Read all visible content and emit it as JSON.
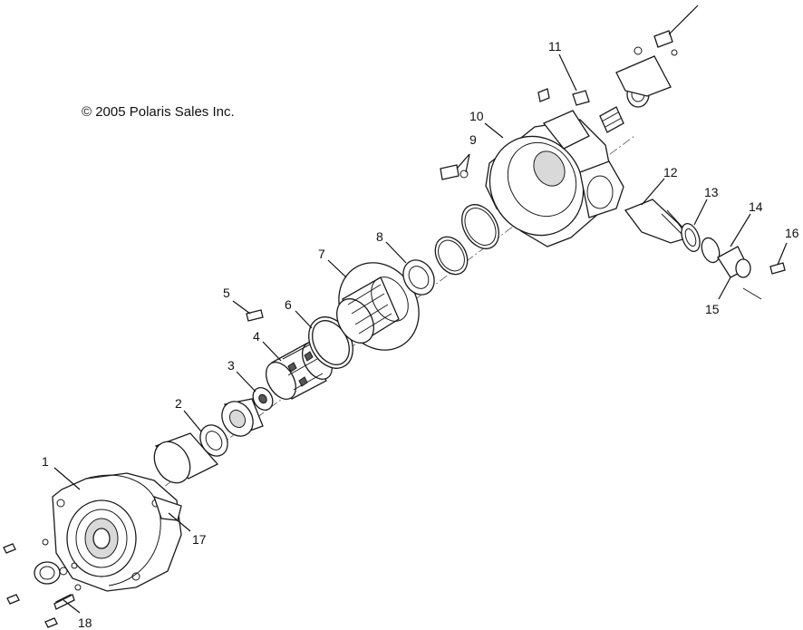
{
  "copyright": "© 2005 Polaris Sales Inc.",
  "callouts": [
    "1",
    "2",
    "3",
    "4",
    "5",
    "6",
    "7",
    "8",
    "9",
    "10",
    "11",
    "12",
    "13",
    "14",
    "15",
    "16",
    "17",
    "18"
  ]
}
